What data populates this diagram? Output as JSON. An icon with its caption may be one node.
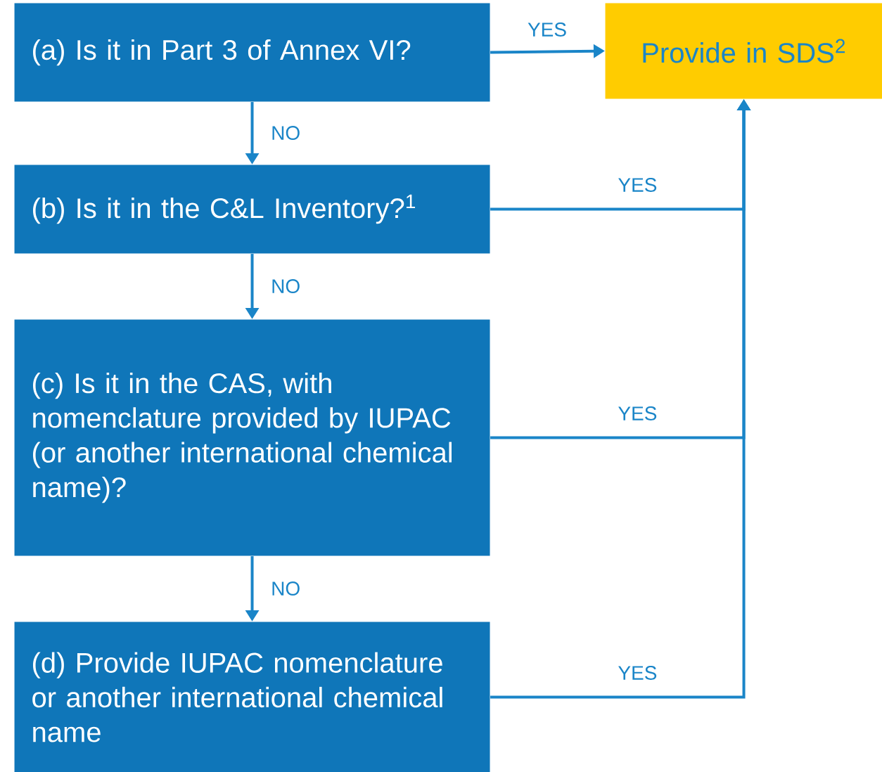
{
  "diagram": {
    "nodes": [
      {
        "text": [
          "(a) Is it in Part 3 of Annex VI?"
        ]
      },
      {
        "text": [
          "(b) Is it in the C&L Inventory?$^{1}$"
        ]
      },
      {
        "text": [
          "(c) Is it in the CAS, with nomenclature provided by IUPAC (or another international chemical name)?"
        ]
      },
      {
        "text": [
          "(d) Provide IUPAC nomenclature or another international chemical name"
        ]
      },
      {
        "text": [
          "Provide in SDS$^{2}$"
        ]
      }
    ],
    "edges": [
      {
        "from": 0,
        "to": 4,
        "arrow": "to",
        "label": "YES"
      },
      {
        "from": 0,
        "to": 1,
        "arrow": "to",
        "label": "NO"
      },
      {
        "from": 1,
        "to": 4,
        "arrow": "to",
        "label": "YES"
      },
      {
        "from": 1,
        "to": 2,
        "arrow": "to",
        "label": "NO"
      },
      {
        "from": 2,
        "to": 4,
        "arrow": "to",
        "label": "YES"
      },
      {
        "from": 2,
        "to": 3,
        "arrow": "to",
        "label": "NO"
      },
      {
        "from": 3,
        "to": 4,
        "arrow": "to",
        "label": "YES"
      }
    ]
  }
}
